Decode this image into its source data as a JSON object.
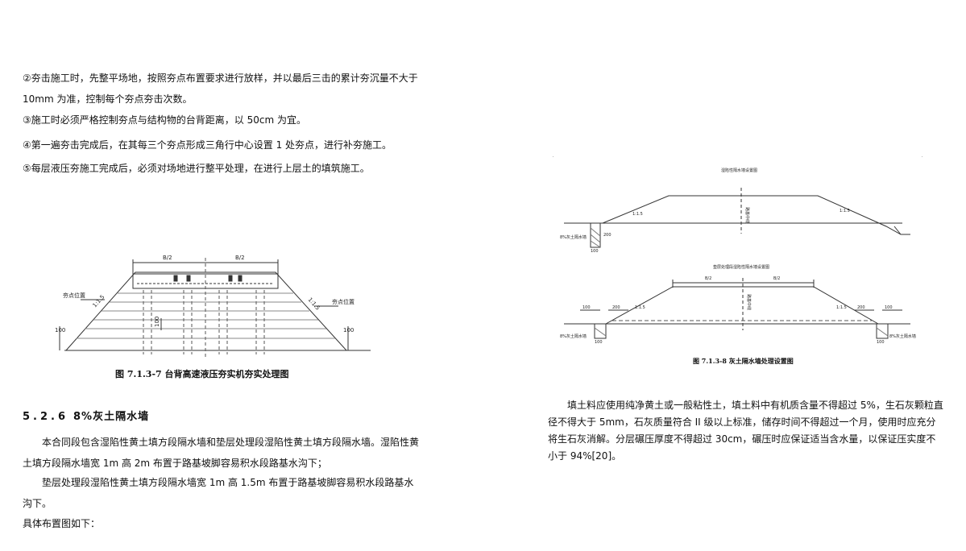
{
  "left_column": {
    "items": [
      "②夯击施工时，先整平场地，按照夯点布置要求进行放样，并以最后三击的累计夯沉量不大于 10mm 为准，控制每个夯点夯击次数。",
      "③施工时必须严格控制夯点与结构物的台背距离，以 50cm 为宜。",
      "④第一遍夯击完成后，在其每三个夯点形成三角行中心设置 1 处夯点，进行补夯施工。",
      "⑤每层液压夯施工完成后，必须对场地进行整平处理，在进行上层土的填筑施工。"
    ],
    "figure1": {
      "caption": "图 7.1.3-7 台背高速液压夯实机夯实处理图",
      "top_labels": [
        "B/2",
        "B/2"
      ],
      "side_labels": [
        "夯点位置",
        "夯点位置"
      ],
      "slope_labels": [
        "1:1.5",
        "1:1.5"
      ],
      "dimension_labels": [
        "100",
        "100",
        "100"
      ]
    },
    "section": {
      "number": "5.2.6",
      "title": "8%灰土隔水墙"
    },
    "paragraphs": [
      "本合同段包含湿陷性黄土填方段隔水墙和垫层处理段湿陷性黄土填方段隔水墙。湿陷性黄土填方段隔水墙宽 1m 高 2m 布置于路基坡脚容易积水段路基水沟下；",
      "垫层处理段湿陷性黄土填方段隔水墙宽 1m 高 1.5m 布置于路基坡脚容易积水段路基水沟下。",
      "具体布置图如下："
    ]
  },
  "right_column": {
    "figure2": {
      "title_top": "湿陷性隔水墙设置图",
      "title_bottom": "垫层处理段湿陷性隔水墙设置图",
      "caption": "图 7.1.3-8 灰土隔水墙处理设置图",
      "top_labels": [
        "B/2",
        "B/2"
      ],
      "slope_labels": [
        "1:1.5",
        "1:1.5",
        "1:1.5",
        "1:1.5"
      ],
      "wall_labels": [
        "8%灰土隔水墙",
        "8%灰土隔水墙",
        "8%灰土隔水墙"
      ],
      "dimension_labels": [
        "200",
        "100",
        "100",
        "100",
        "200",
        "100",
        "200",
        "100"
      ],
      "center_labels": [
        "路基中线",
        "路基中线"
      ]
    },
    "paragraph": "填土料应使用纯净黄土或一般粘性土，填土料中有机质含量不得超过 5%，生石灰颗粒直径不得大于 5mm，石灰质量符合 II 级以上标准，储存时间不得超过一个月，使用时应充分将生石灰消解。分层碾压厚度不得超过 30cm，碾压时应保证适当含水量，以保证压实度不小于 94%[20]。"
  },
  "colors": {
    "text": "#111111",
    "line": "#333333",
    "dashed": "#555555"
  }
}
